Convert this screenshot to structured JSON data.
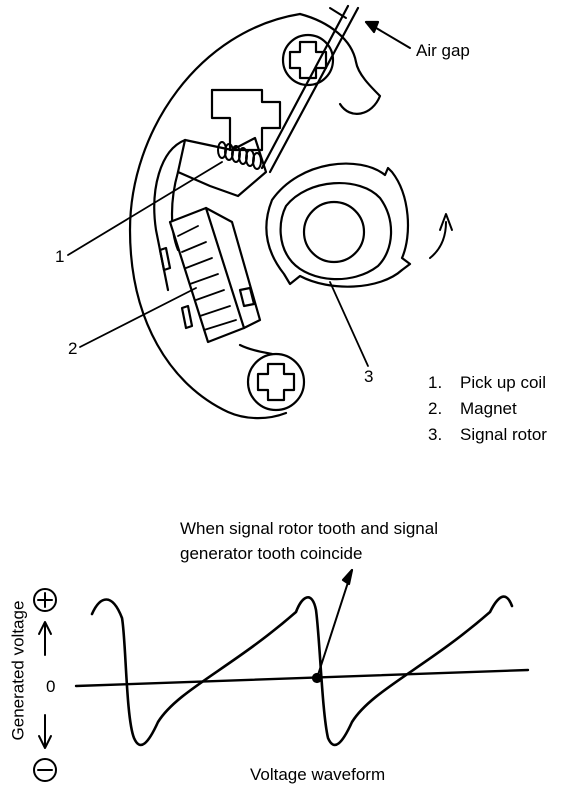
{
  "diagram": {
    "labels": {
      "air_gap": "Air gap",
      "part1": "1",
      "part2": "2",
      "part3": "3"
    },
    "legend": [
      {
        "num": "1.",
        "text": "Pick up coil"
      },
      {
        "num": "2.",
        "text": "Magnet"
      },
      {
        "num": "3.",
        "text": "Signal rotor"
      }
    ]
  },
  "waveform": {
    "annotation_line1": "When signal rotor tooth and signal",
    "annotation_line2": "generator tooth coincide",
    "y_axis_label": "Generated voltage",
    "zero_label": "0",
    "plus_symbol": "+",
    "minus_symbol": "−",
    "caption": "Voltage waveform"
  },
  "colors": {
    "ink": "#000000",
    "paper": "#ffffff"
  }
}
